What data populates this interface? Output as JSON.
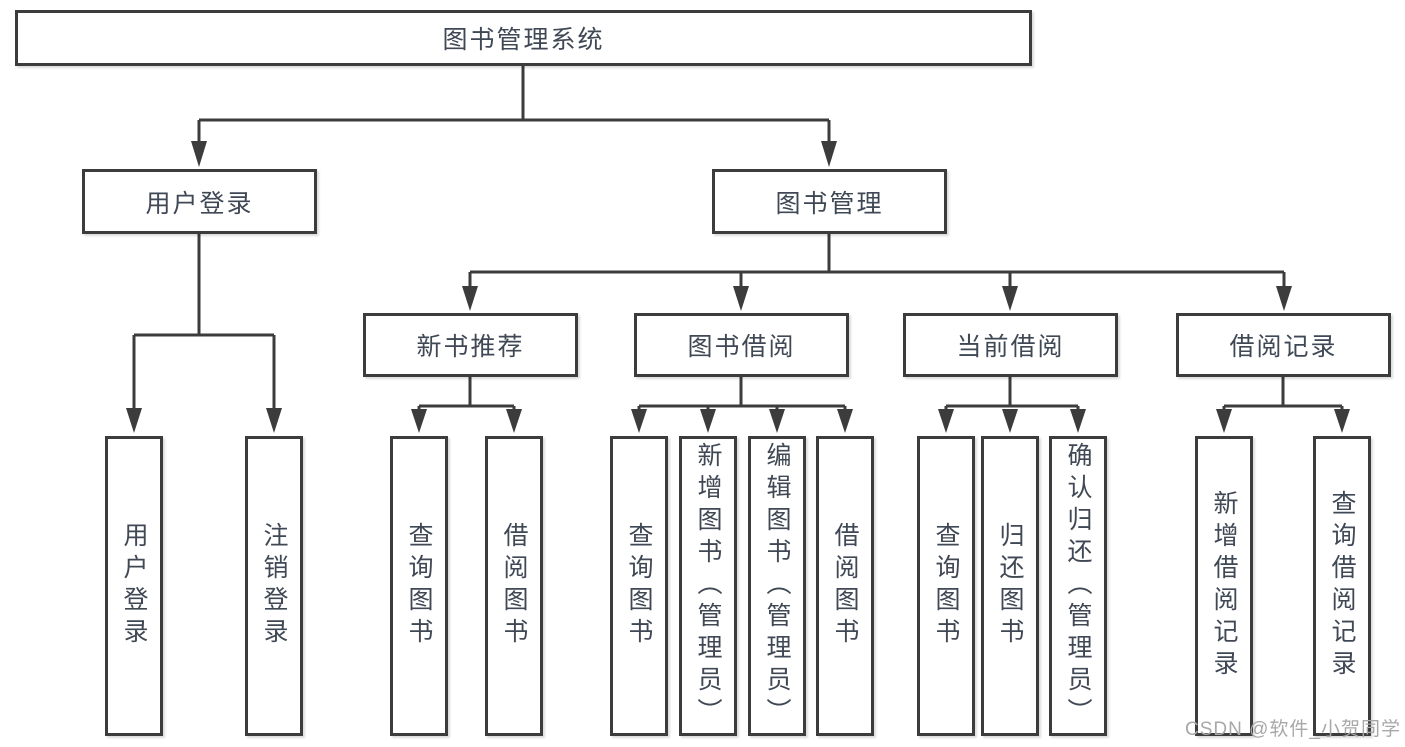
{
  "diagram": {
    "title": "图书管理系统",
    "type": "tree",
    "colors": {
      "line": "#3c3c3c",
      "box_border": "#3c3c3c",
      "text": "#3f4854",
      "watermark": "#a8a8a8",
      "background": "#ffffff"
    }
  },
  "tree": {
    "label": "图书管理系统",
    "children": [
      {
        "label": "用户登录",
        "children": [
          {
            "label": "用户登录"
          },
          {
            "label": "注销登录"
          }
        ]
      },
      {
        "label": "图书管理",
        "children": [
          {
            "label": "新书推荐",
            "children": [
              {
                "label": "查询图书"
              },
              {
                "label": "借阅图书"
              }
            ]
          },
          {
            "label": "图书借阅",
            "children": [
              {
                "label": "查询图书"
              },
              {
                "label": "新增图书（管理员）"
              },
              {
                "label": "编辑图书（管理员）"
              },
              {
                "label": "借阅图书"
              }
            ]
          },
          {
            "label": "当前借阅",
            "children": [
              {
                "label": "查询图书"
              },
              {
                "label": "归还图书"
              },
              {
                "label": "确认归还（管理员）"
              }
            ]
          },
          {
            "label": "借阅记录",
            "children": [
              {
                "label": "新增借阅记录"
              },
              {
                "label": "查询借阅记录"
              }
            ]
          }
        ]
      }
    ]
  },
  "watermark": "CSDN @软件_小贺同学"
}
